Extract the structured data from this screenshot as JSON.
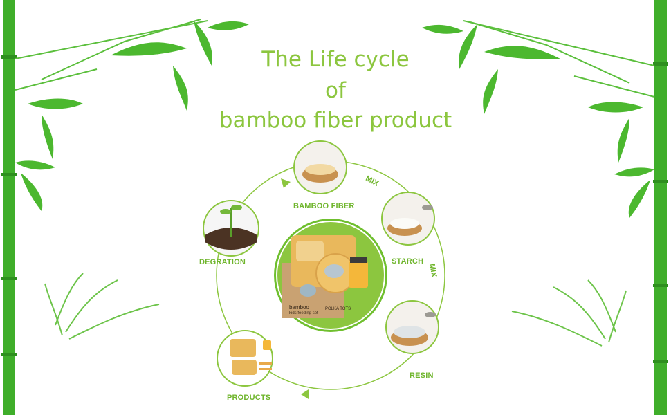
{
  "title": {
    "line1": "The Life cycle",
    "line2": "of",
    "line3": "bamboo fiber product"
  },
  "nodes": {
    "bamboo_fiber": "BAMBOO FIBER",
    "starch": "STARCH",
    "resin": "RESIN",
    "products": "PRODUCTS",
    "degration": "DEGRATION"
  },
  "edges": {
    "mix_1": "MIX",
    "mix_2": "MIX"
  },
  "center_product": {
    "box_brand": "bamboo",
    "box_subtitle": "kids feeding set",
    "box_maker": "POLKA TOTS"
  },
  "colors": {
    "accent": "#8cc63f",
    "label": "#6fb52c",
    "bamboo": "#3fae2a"
  }
}
